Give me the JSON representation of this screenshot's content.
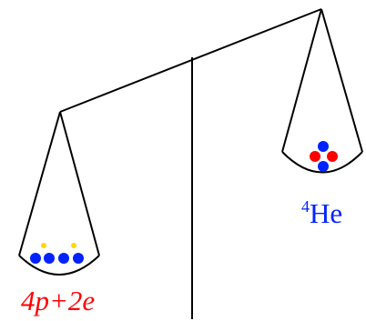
{
  "left_pan": {
    "label": "4p+2e",
    "label_color": "#ff0000",
    "particles": {
      "electron_count": 2,
      "proton_count": 4,
      "electron_color": "#ffd800",
      "proton_color": "#0022ff"
    }
  },
  "right_pan": {
    "label_superscript": "4",
    "label_element": "He",
    "label_color": "#0022ff",
    "nucleus": {
      "proton_color": "#0022ff",
      "neutron_color": "#ff0000"
    }
  },
  "colors": {
    "line": "#000000",
    "background": "#ffffff"
  }
}
